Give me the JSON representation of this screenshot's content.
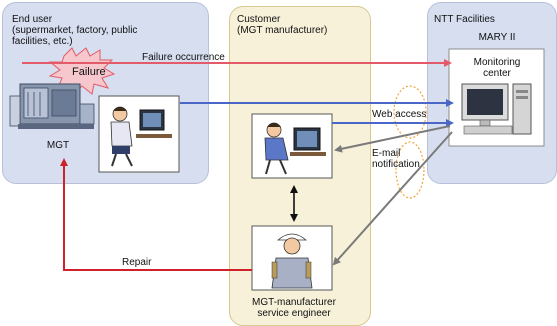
{
  "end_user": {
    "title": "End user\n(supermarket, factory, public\nfacilities, etc.)",
    "mgt_label": "MGT",
    "failure_burst": "Failure"
  },
  "customer": {
    "title": "Customer\n(MGT manufacturer)",
    "engineer_label": "MGT-manufacturer\nservice engineer"
  },
  "ntt": {
    "title": "NTT Facilities",
    "system": "MARY II",
    "center": "Monitoring\ncenter"
  },
  "flows": {
    "failure": "Failure occurrence",
    "web": "Web access",
    "email": "E-mail\nnotification",
    "repair": "Repair"
  },
  "colors": {
    "failure_arrow": "#e35a68",
    "web_arrow": "#4a67c8",
    "email_arrow": "#7a7a7a",
    "repair_arrow": "#d0202a"
  }
}
